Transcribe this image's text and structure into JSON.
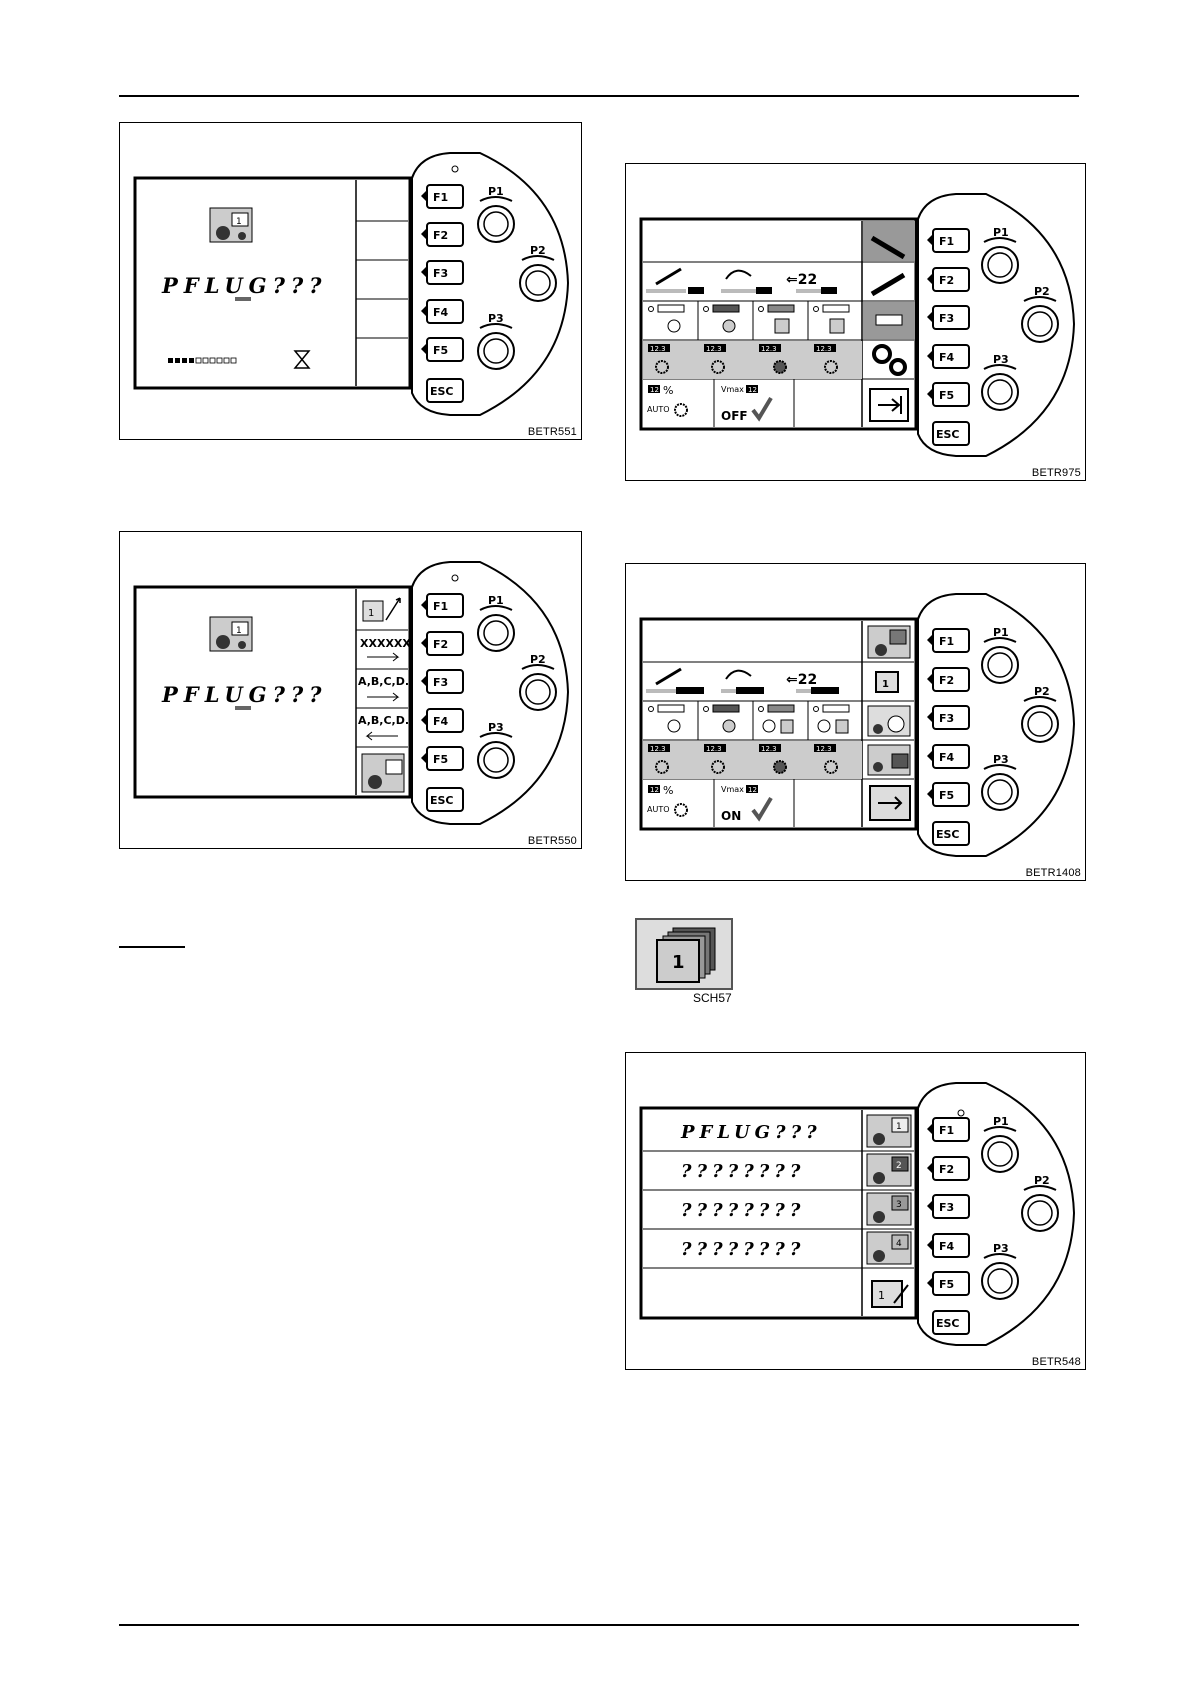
{
  "keys": {
    "f1": "F1",
    "f2": "F2",
    "f3": "F3",
    "f4": "F4",
    "f5": "F5",
    "esc": "ESC",
    "p1": "P1",
    "p2": "P2",
    "p3": "P3"
  },
  "fig551": {
    "code": "BETR551",
    "name_text": "PFLUG???",
    "icon_num": "1"
  },
  "fig550": {
    "code": "BETR550",
    "name_text": "PFLUG???",
    "softkeys": [
      "XXXXXX",
      "A,B,C,D...",
      "A,B,C,D..."
    ],
    "icon_num": "1"
  },
  "fig975": {
    "code": "BETR975",
    "value_label": "12.3",
    "auto_label": "AUTO",
    "pct": "%",
    "vmax_label": "Vmax",
    "vmax_state": "OFF",
    "bottom_num": "12"
  },
  "fig1408": {
    "code": "BETR1408",
    "value_label": "12.3",
    "auto_label": "AUTO",
    "pct": "%",
    "vmax_label": "Vmax",
    "vmax_state": "ON",
    "bottom_num": "12",
    "icon_num": "1"
  },
  "sch57": {
    "code": "SCH57",
    "num": "1"
  },
  "fig548": {
    "code": "BETR548",
    "rows": [
      "PFLUG???",
      "????????",
      "????????",
      "????????"
    ],
    "icon_nums": [
      "1",
      "2",
      "3",
      "4",
      "1"
    ]
  }
}
